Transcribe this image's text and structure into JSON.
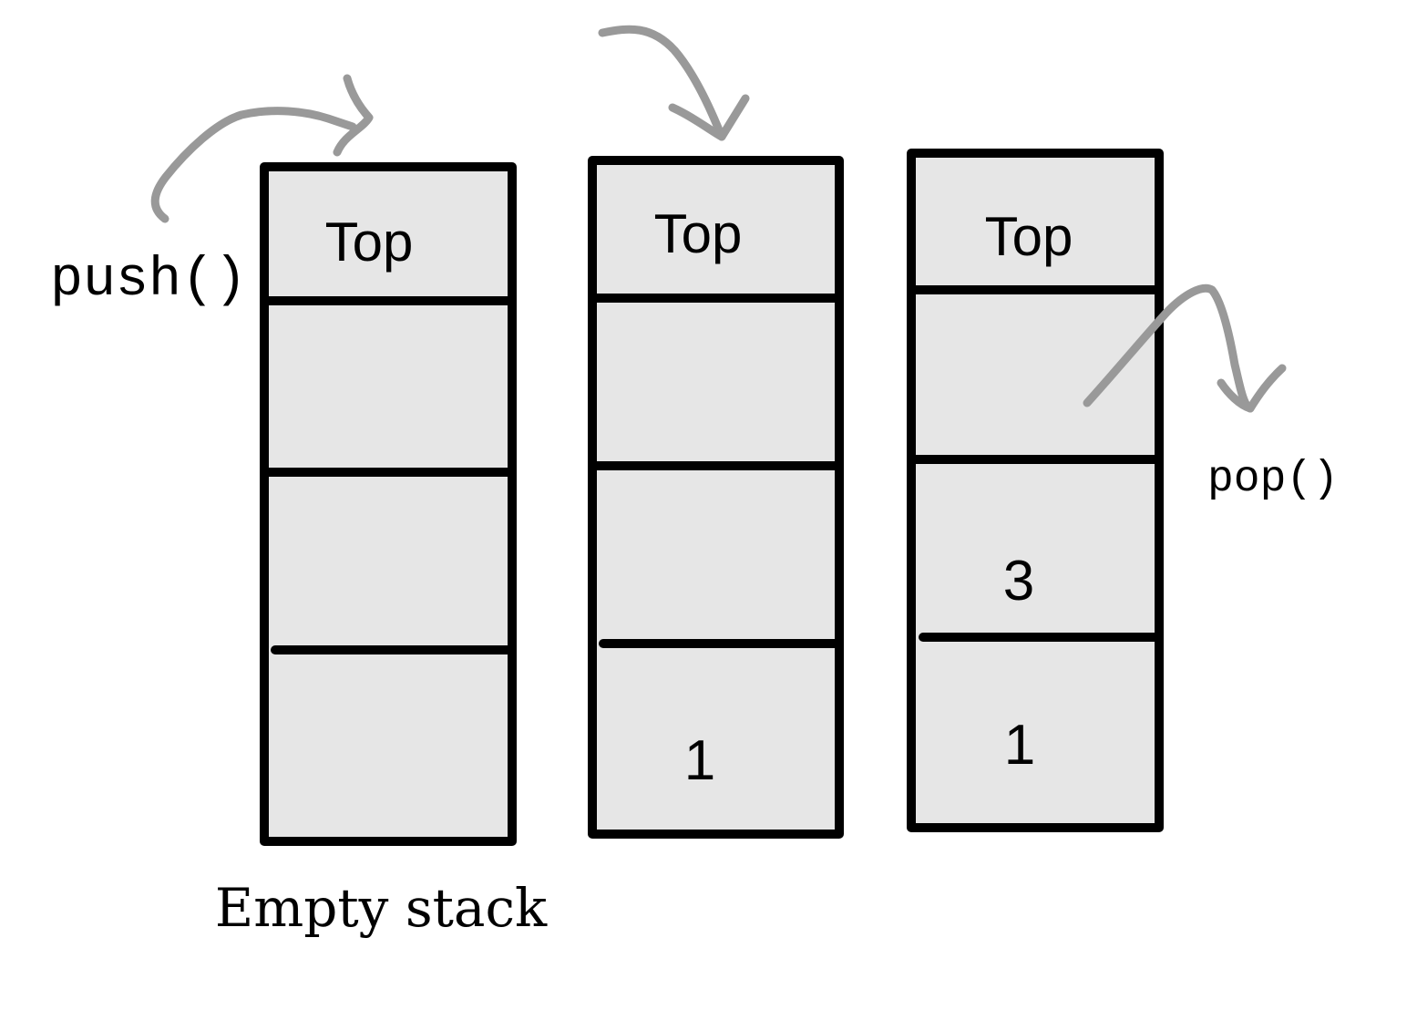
{
  "labels": {
    "push": "push()",
    "pop": "pop()",
    "empty_stack": "Empty stack"
  },
  "stacks": [
    {
      "top_label": "Top",
      "cells": [
        "",
        "",
        ""
      ]
    },
    {
      "top_label": "Top",
      "cells": [
        "",
        "",
        "1"
      ]
    },
    {
      "top_label": "Top",
      "cells": [
        "",
        "3",
        "1"
      ]
    }
  ],
  "colors": {
    "cell_fill": "#e6e6e6",
    "outline": "#000000",
    "arrow": "#999999"
  }
}
